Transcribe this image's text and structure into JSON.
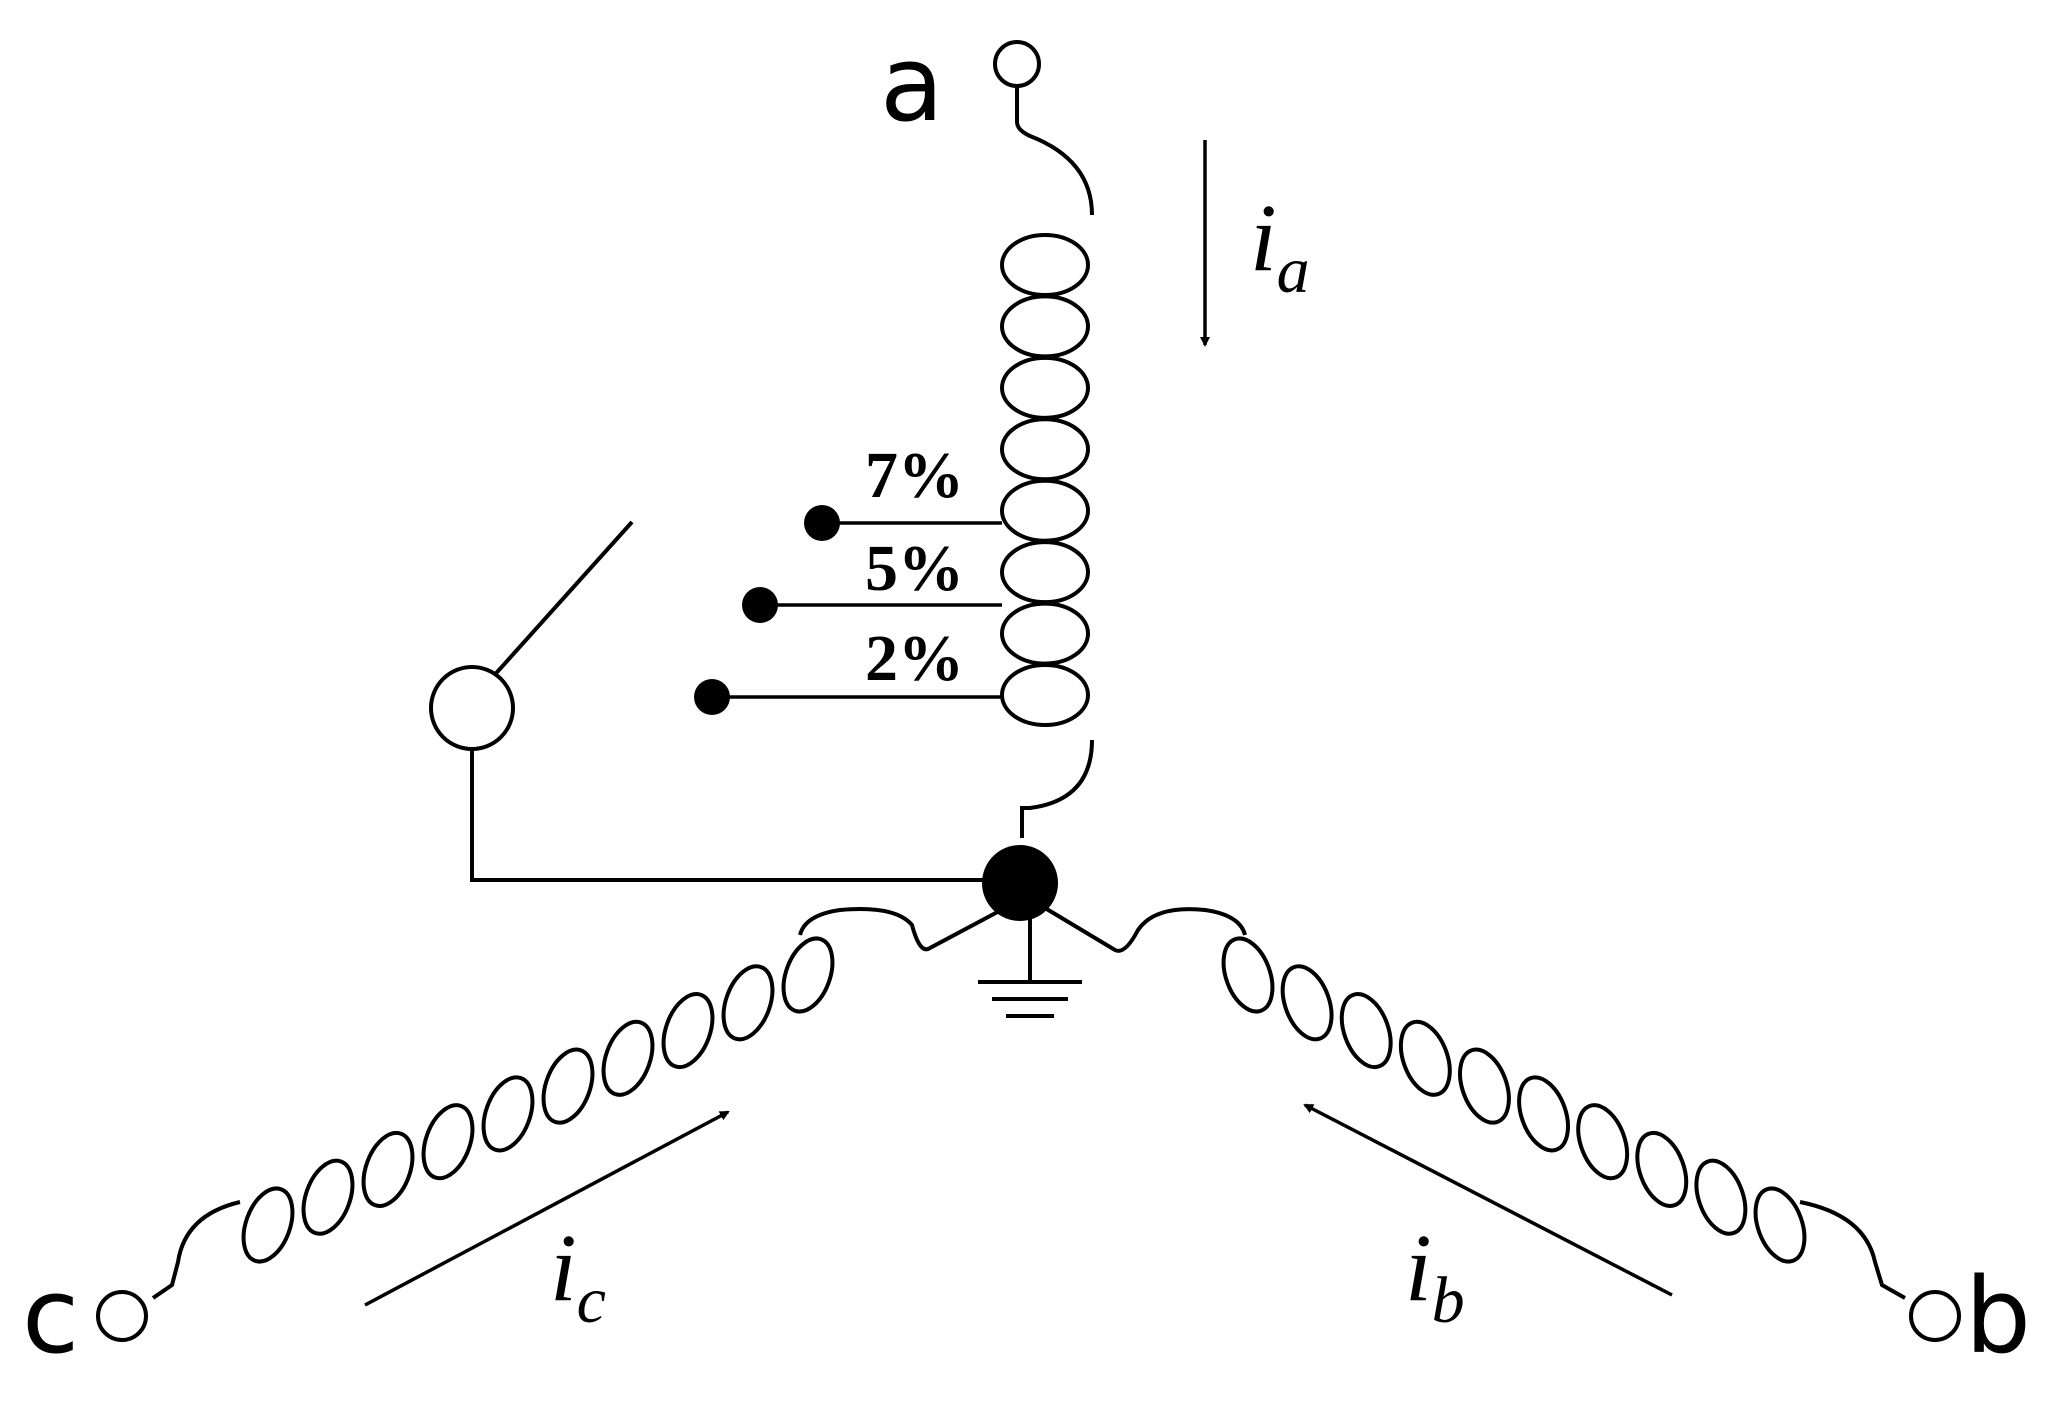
{
  "terminals": {
    "a": "a",
    "b": "b",
    "c": "c"
  },
  "currents": {
    "a": {
      "symbol": "i",
      "subscript": "a"
    },
    "b": {
      "symbol": "i",
      "subscript": "b"
    },
    "c": {
      "symbol": "i",
      "subscript": "c"
    }
  },
  "taps": [
    "7%",
    "5%",
    "2%"
  ]
}
